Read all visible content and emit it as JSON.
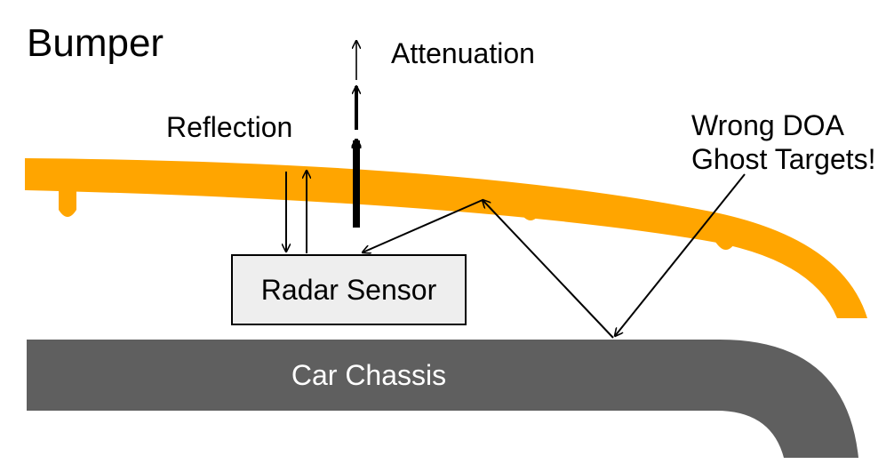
{
  "title": "Bumper",
  "labels": {
    "attenuation": "Attenuation",
    "reflection": "Reflection",
    "wrong_doa_line1": "Wrong DOA",
    "wrong_doa_line2": "Ghost Targets!"
  },
  "sensor": {
    "label": "Radar Sensor"
  },
  "chassis": {
    "label": "Car Chassis"
  },
  "colors": {
    "bumper": "#FFA500",
    "chassis": "#5F5F5F",
    "sensor_fill": "#EEEEEE",
    "lines": "#000000"
  }
}
